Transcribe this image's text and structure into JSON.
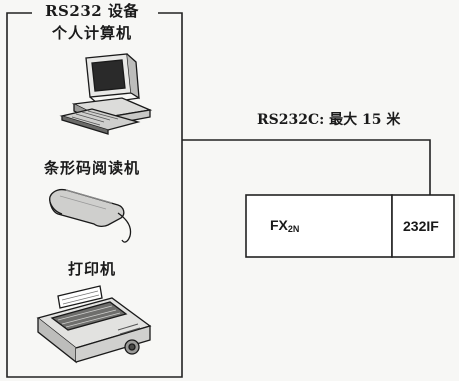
{
  "group": {
    "title": "RS232 设备",
    "items": [
      {
        "label": "个人计算机",
        "icon": "personal-computer-icon"
      },
      {
        "label": "条形码阅读机",
        "icon": "barcode-reader-icon"
      },
      {
        "label": "打印机",
        "icon": "printer-icon"
      }
    ]
  },
  "connection": {
    "label": "RS232C: 最大 15 米"
  },
  "plc": {
    "main_unit_label": "FX",
    "main_unit_sub": "2N",
    "interface_label": "232IF"
  }
}
